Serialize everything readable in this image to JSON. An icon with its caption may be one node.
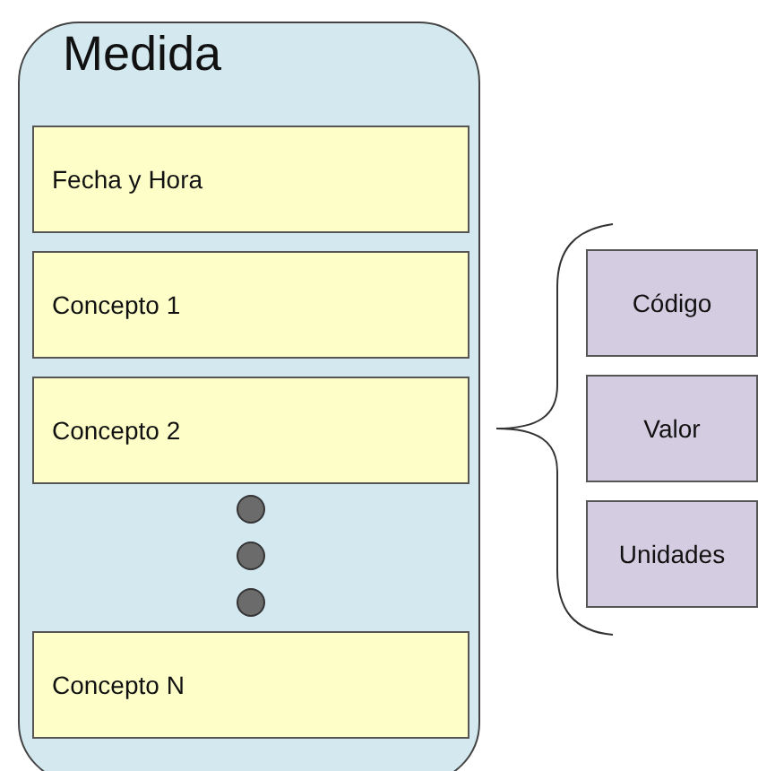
{
  "diagram": {
    "nodes": [
      {
        "text": [
          "Medida"
        ]
      },
      {
        "text": [
          "Fecha y Hora"
        ],
        "in": 0
      },
      {
        "text": [
          "Concepto 1"
        ],
        "in": 0
      },
      {
        "text": [
          "Concepto 2"
        ],
        "in": 0
      },
      {
        "text": [],
        "shape": "circle",
        "in": 0
      },
      {
        "text": [],
        "shape": "circle",
        "in": 0
      },
      {
        "text": [],
        "shape": "circle",
        "in": 0
      },
      {
        "text": [
          "Concepto N"
        ],
        "in": 0
      },
      {
        "text": [
          "Código"
        ]
      },
      {
        "text": [
          "Valor"
        ]
      },
      {
        "text": [
          "Unidades"
        ]
      }
    ]
  }
}
